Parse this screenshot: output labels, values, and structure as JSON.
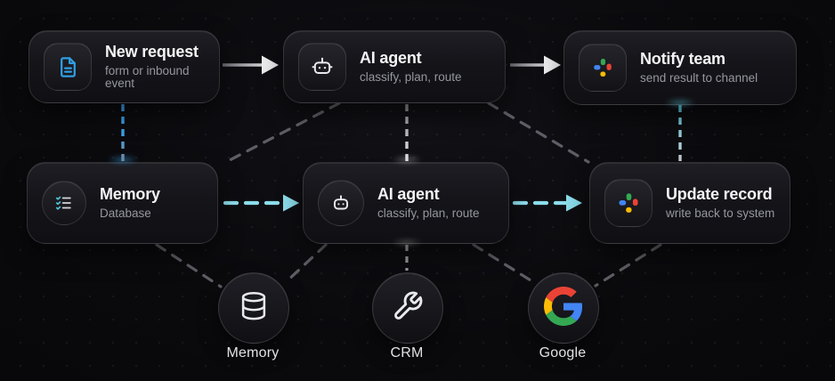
{
  "nodes": [
    {
      "id": "new-request",
      "title": "New request",
      "subtitle": "form or inbound event",
      "icon": "document-icon"
    },
    {
      "id": "ai-agent-top",
      "title": "AI agent",
      "subtitle": "classify, plan, route",
      "icon": "robot-icon"
    },
    {
      "id": "notify-team",
      "title": "Notify team",
      "subtitle": "send result to channel",
      "icon": "chat-pinwheel-icon"
    },
    {
      "id": "memory",
      "title": "Memory",
      "subtitle": "Database",
      "icon": "list-checks-icon"
    },
    {
      "id": "ai-agent-middle",
      "title": "AI agent",
      "subtitle": "classify, plan, route",
      "icon": "robot-icon"
    },
    {
      "id": "update-record",
      "title": "Update record",
      "subtitle": "write back to system",
      "icon": "chat-pinwheel-icon"
    }
  ],
  "integrations": [
    {
      "id": "memory-db",
      "label": "Memory",
      "icon": "database-icon"
    },
    {
      "id": "crm",
      "label": "CRM",
      "icon": "wrench-icon"
    },
    {
      "id": "google",
      "label": "Google",
      "icon": "google-g-icon"
    }
  ],
  "edges": [
    {
      "from": "new-request",
      "to": "ai-agent-top",
      "style": "solid-arrow"
    },
    {
      "from": "ai-agent-top",
      "to": "notify-team",
      "style": "solid-arrow"
    },
    {
      "from": "memory",
      "to": "ai-agent-middle",
      "style": "dashed-arrow-cyan"
    },
    {
      "from": "ai-agent-middle",
      "to": "update-record",
      "style": "dashed-arrow-cyan"
    },
    {
      "from": "new-request",
      "to": "memory",
      "style": "dashed-blue-vertical"
    },
    {
      "from": "ai-agent-top",
      "to": "memory",
      "style": "dashed-gray-diagonal"
    },
    {
      "from": "ai-agent-top",
      "to": "ai-agent-middle",
      "style": "dashed-white-vertical"
    },
    {
      "from": "ai-agent-top",
      "to": "update-record",
      "style": "dashed-gray-diagonal"
    },
    {
      "from": "notify-team",
      "to": "update-record",
      "style": "dashed-cyan-vertical"
    },
    {
      "from": "memory",
      "to": "memory-db",
      "style": "dashed-gray-diagonal"
    },
    {
      "from": "ai-agent-middle",
      "to": "memory-db",
      "style": "dashed-gray-diagonal"
    },
    {
      "from": "ai-agent-middle",
      "to": "crm",
      "style": "dashed-gray-vertical"
    },
    {
      "from": "ai-agent-middle",
      "to": "google",
      "style": "dashed-gray-diagonal"
    },
    {
      "from": "update-record",
      "to": "google",
      "style": "dashed-gray-diagonal"
    }
  ],
  "colors": {
    "accent_cyan": "#8BDCEA",
    "accent_blue": "#3BA0E8",
    "doc_blue": "#2F9FE3",
    "line_gray": "#5E5E66",
    "line_light": "#9C9CA2",
    "arrow_white": "#EDEDF0",
    "icon_white": "#E8EAEC",
    "teal_check": "#4FC3D0",
    "google_blue": "#4285F4",
    "google_red": "#EA4335",
    "google_yellow": "#FBBC05",
    "google_green": "#34A853"
  }
}
